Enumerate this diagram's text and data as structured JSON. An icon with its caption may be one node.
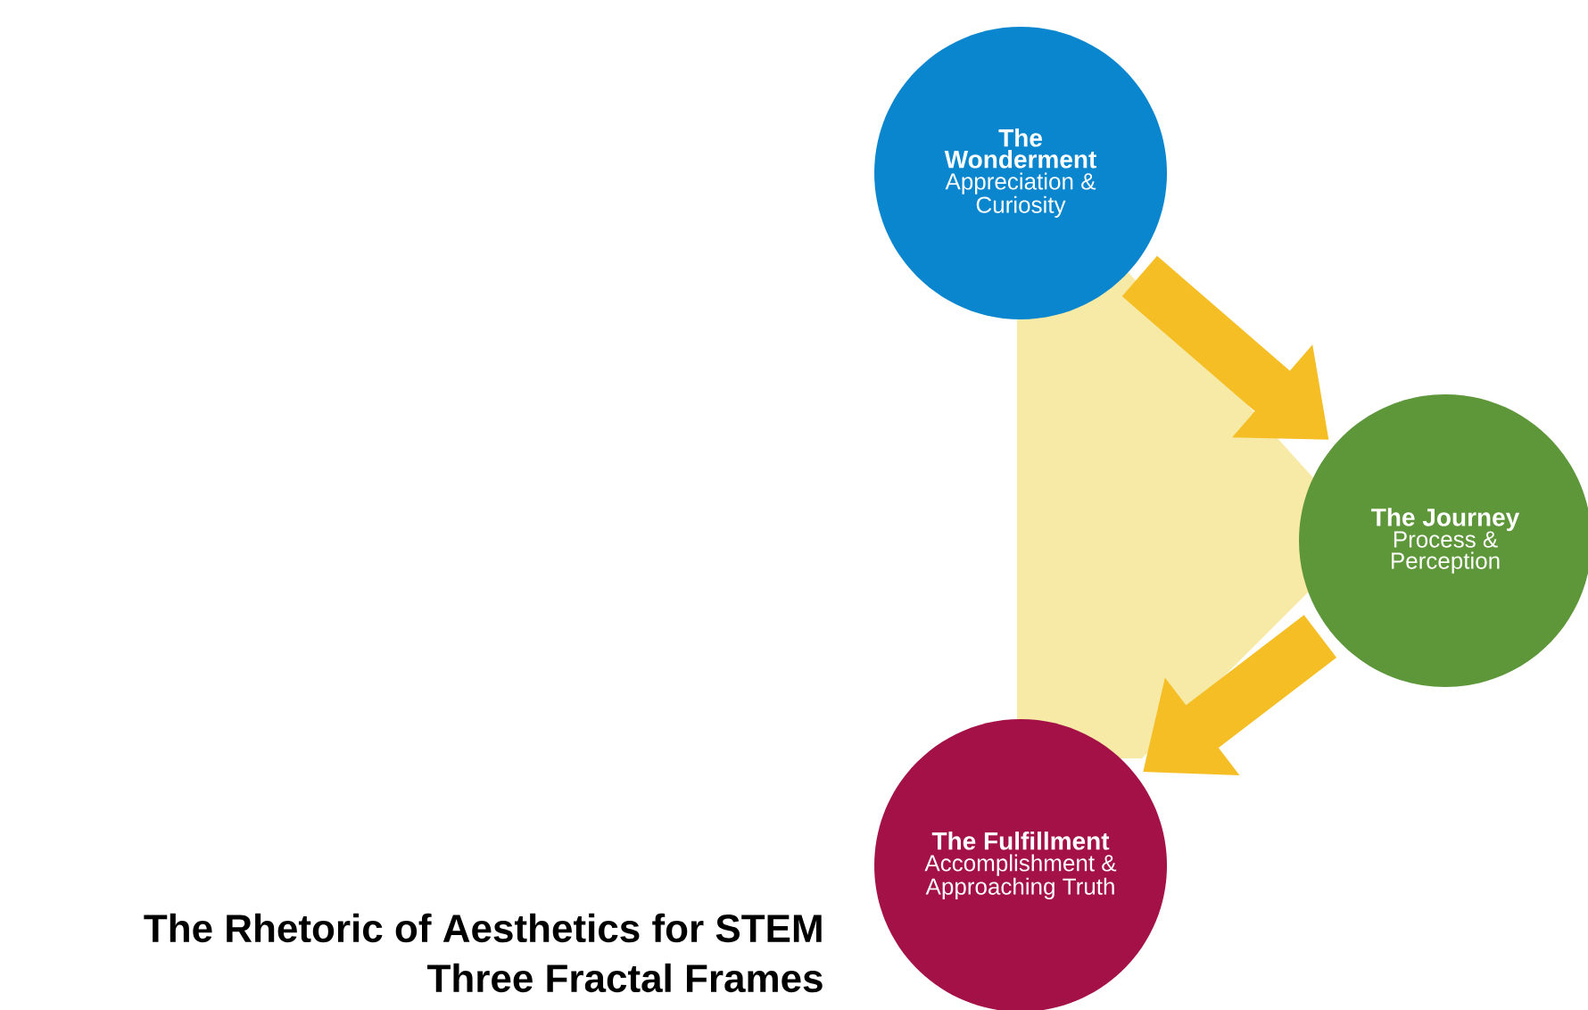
{
  "diagram": {
    "title": "The Rhetoric of Aesthetics for STEM",
    "nodes": [
      {
        "text": [
          "The Wonderment",
          "Appreciation & Curiosity"
        ]
      },
      {
        "text": [
          "The Journey",
          "Process & Perception"
        ]
      },
      {
        "text": [
          "The Fulfillment",
          "Accomplishment & Approaching Truth"
        ]
      }
    ],
    "edges": [
      {
        "from": 0,
        "to": 1,
        "arrow": "to"
      },
      {
        "from": 1,
        "to": 2,
        "arrow": "to"
      }
    ],
    "labels": [
      "Three Fractal Frames"
    ]
  }
}
